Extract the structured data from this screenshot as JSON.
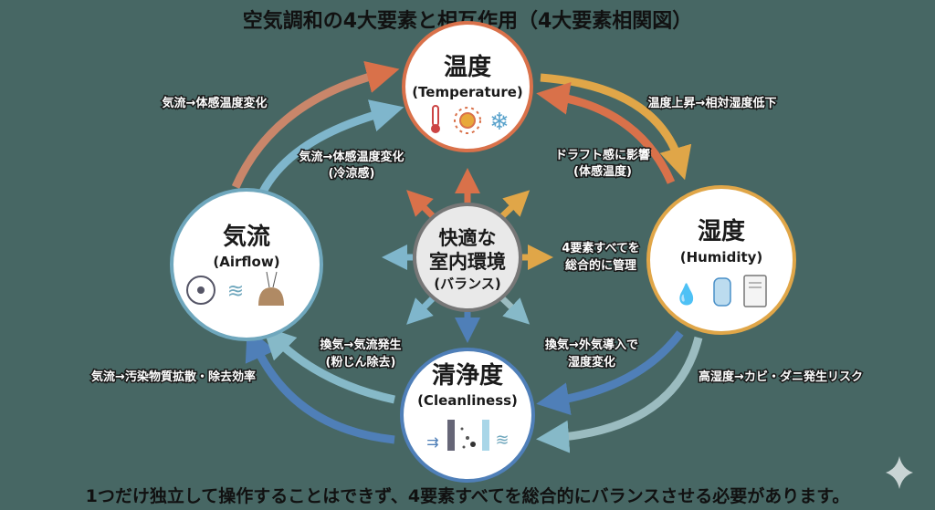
{
  "title": "空気調和の4大要素と相互作用（4大要素相関図）",
  "nodes": {
    "temperature": {
      "ja": "温度",
      "en": "(Temperature)",
      "color": "#d9714a"
    },
    "humidity": {
      "ja": "湿度",
      "en": "(Humidity)",
      "color": "#e0a648"
    },
    "airflow": {
      "ja": "気流",
      "en": "(Airflow)",
      "color": "#6fa7bd"
    },
    "cleanliness": {
      "ja": "清浄度",
      "en": "(Cleanliness)",
      "color": "#4f7fb8"
    }
  },
  "center": {
    "line1": "快適な",
    "line2": "室内環境",
    "line3": "(バランス)"
  },
  "labels": {
    "airflow_temp_outer": "気流→体感温度変化",
    "airflow_temp_inner_1": "気流→体感温度変化",
    "airflow_temp_inner_2": "(冷涼感)",
    "temp_humidity": "温度上昇→相対湿度低下",
    "draft_1": "ドラフト感に影響",
    "draft_2": "(体感温度)",
    "center_right_1": "4要素すべてを",
    "center_right_2": "総合的に管理",
    "vent_airflow_1": "換気→気流発生",
    "vent_airflow_2": "(粉じん除去)",
    "vent_humidity_1": "換気→外気導入で",
    "vent_humidity_2": "湿度変化",
    "airflow_pollutant": "気流→汚染物質拡散・除去効率",
    "humidity_mold": "高湿度→カビ・ダニ発生リスク"
  },
  "footer": "1つだけ独立して操作することはできず、4要素すべてを総合的にバランスさせる必要があります。"
}
